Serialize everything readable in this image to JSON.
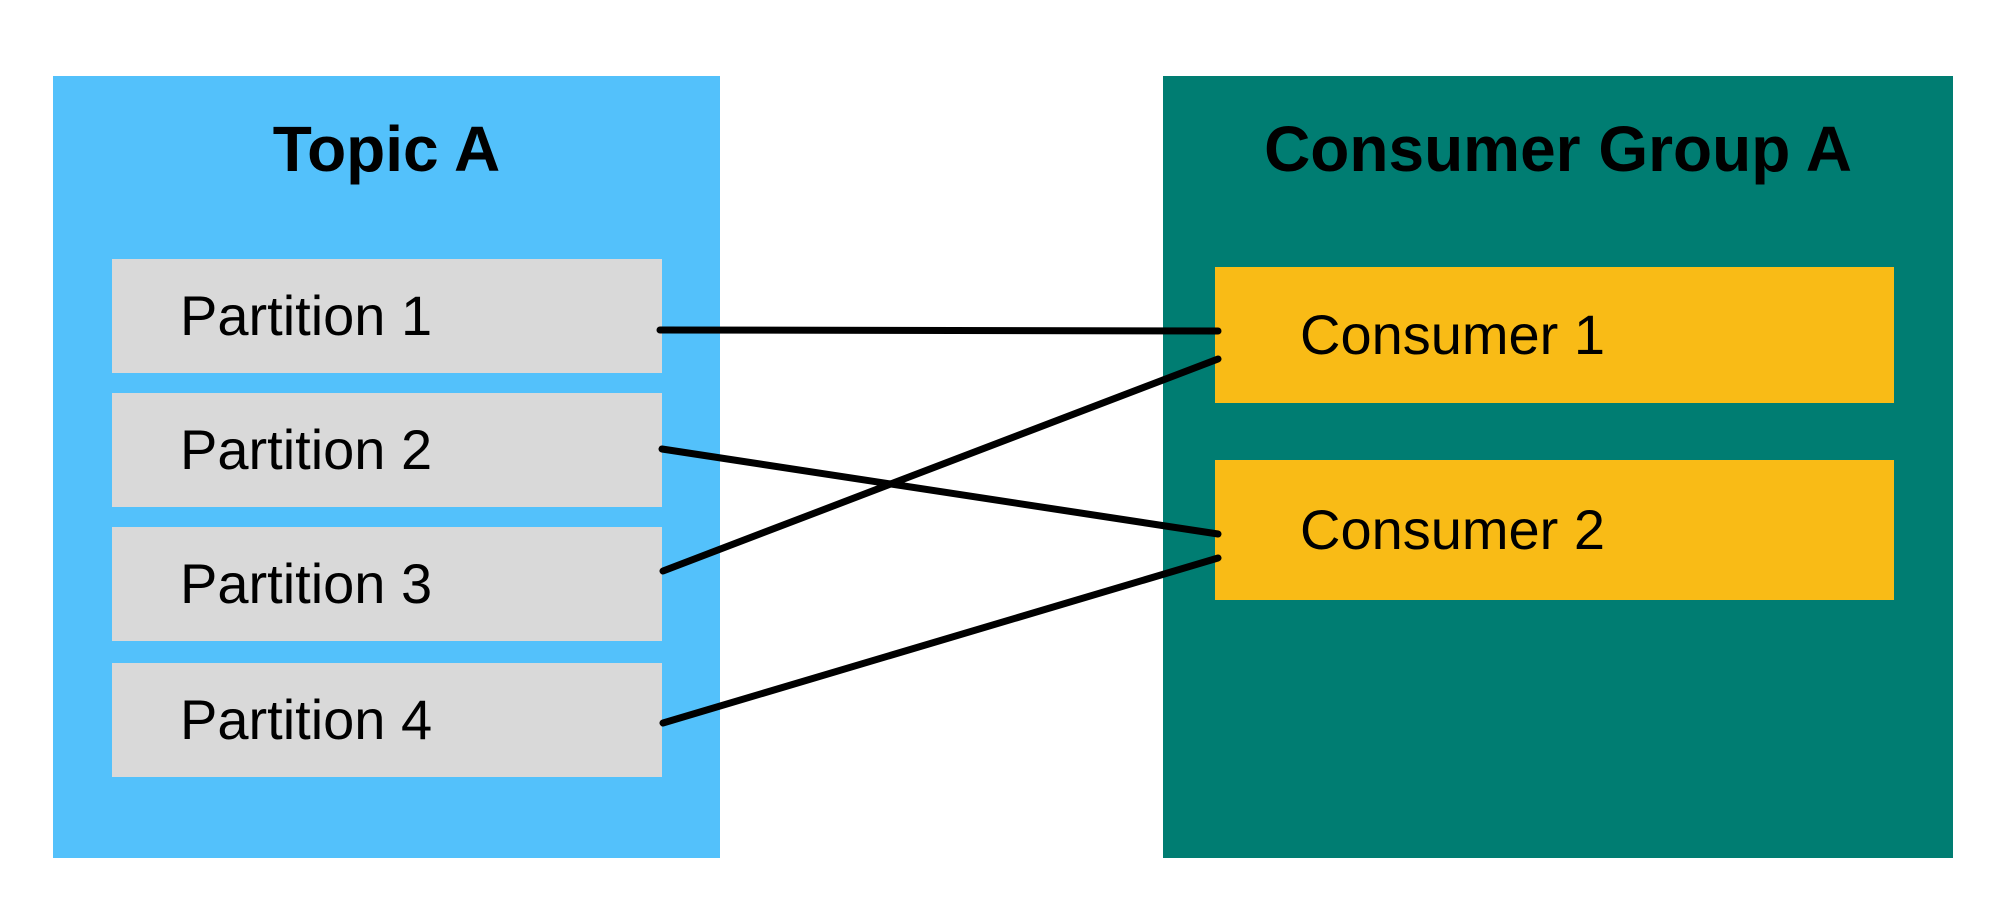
{
  "diagram": {
    "background_color": "#FFFFFF",
    "line_color": "#000000",
    "text_color": "#000000",
    "topic": {
      "title": "Topic A",
      "fill_color": "#53C1FB",
      "partition_fill_color": "#D9D9D9",
      "partitions": [
        {
          "label": "Partition 1"
        },
        {
          "label": "Partition 2"
        },
        {
          "label": "Partition 3"
        },
        {
          "label": "Partition 4"
        }
      ]
    },
    "consumer_group": {
      "title": "Consumer Group A",
      "fill_color": "#007D72",
      "consumer_fill_color": "#F9BB16",
      "consumers": [
        {
          "label": "Consumer 1"
        },
        {
          "label": "Consumer 2"
        }
      ]
    },
    "connections": [
      {
        "from": "Partition 1",
        "to": "Consumer 1"
      },
      {
        "from": "Partition 2",
        "to": "Consumer 2"
      },
      {
        "from": "Partition 3",
        "to": "Consumer 1"
      },
      {
        "from": "Partition 4",
        "to": "Consumer 2"
      }
    ]
  }
}
